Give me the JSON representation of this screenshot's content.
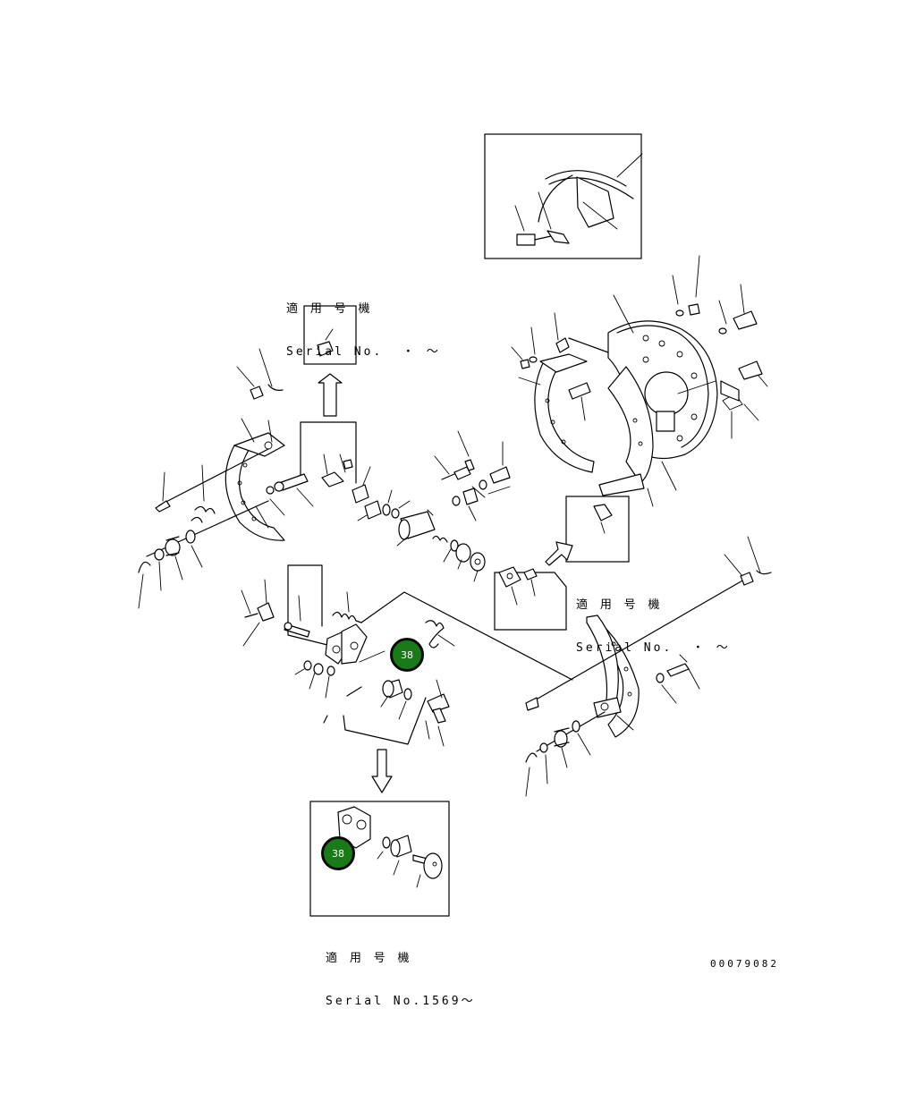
{
  "notes": [
    {
      "id": "note-top",
      "line1": "適 用 号 機",
      "line2": "Serial No.  ・ ～"
    },
    {
      "id": "note-right",
      "line1": "適 用 号 機",
      "line2": "Serial No.  ・ ～"
    },
    {
      "id": "note-bottom",
      "line1": "適 用 号 機",
      "line2": "Serial No.1569～"
    }
  ],
  "callouts": [
    {
      "id": "callout-a",
      "label": "38"
    },
    {
      "id": "callout-b",
      "label": "38"
    }
  ],
  "drawing_code": "00079082",
  "colors": {
    "callout_fill": "#1a7a1a",
    "ink": "#000000"
  }
}
